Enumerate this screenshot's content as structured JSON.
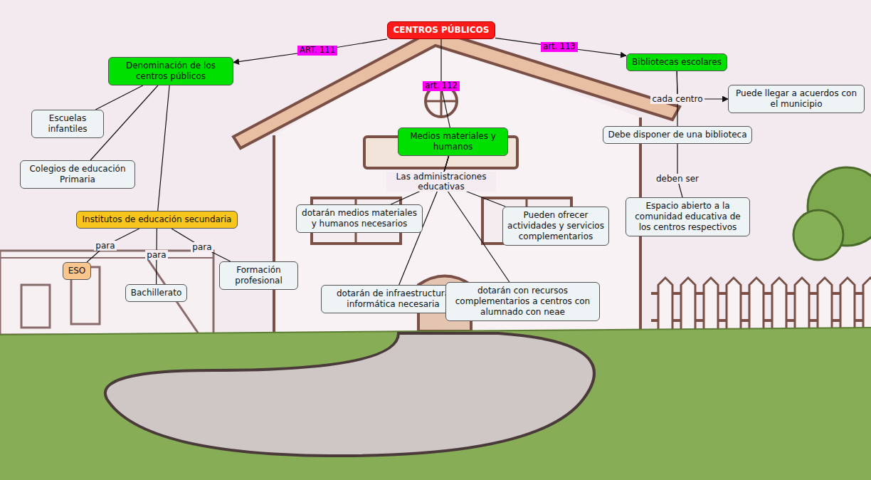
{
  "diagram": {
    "nodes": [
      {
        "text": [
          "CENTROS PÚBLICOS"
        ]
      },
      {
        "text": [
          "Denominación de los centros públicos"
        ]
      },
      {
        "text": [
          "Bibliotecas escolares"
        ]
      },
      {
        "text": [
          "Escuelas infantiles"
        ]
      },
      {
        "text": [
          "Colegios de educación Primaria"
        ]
      },
      {
        "text": [
          "Institutos de educación secundaria"
        ]
      },
      {
        "text": [
          "ESO"
        ]
      },
      {
        "text": [
          "Bachillerato"
        ]
      },
      {
        "text": [
          "Formación profesional"
        ]
      },
      {
        "text": [
          "Medios materiales y humanos"
        ]
      },
      {
        "text": [
          "Puede llegar a acuerdos con el municipio"
        ]
      },
      {
        "text": [
          "Debe disponer de una biblioteca"
        ]
      },
      {
        "text": [
          "Espacio abierto a la comunidad educativa de los centros respectivos"
        ]
      },
      {
        "text": [
          "dotarán medios materiales y humanos necesarios"
        ]
      },
      {
        "text": [
          "Pueden ofrecer actividades y servicios complementarios"
        ]
      },
      {
        "text": [
          "dotarán de infraestructura informática necesaria"
        ]
      },
      {
        "text": [
          "dotarán con recursos complementarios a centros con alumnado con neae"
        ]
      }
    ],
    "edges": [
      {
        "from": 0,
        "to": 1,
        "label": "ART. 111",
        "arrow": "to"
      },
      {
        "from": 0,
        "to": 9,
        "label": "art. 112",
        "arrow": "none"
      },
      {
        "from": 0,
        "to": 2,
        "label": "art. 113",
        "arrow": "to"
      },
      {
        "from": 1,
        "to": 3,
        "arrow": "none"
      },
      {
        "from": 1,
        "to": 4,
        "arrow": "none"
      },
      {
        "from": 1,
        "to": 5,
        "arrow": "none"
      },
      {
        "from": 5,
        "to": 6,
        "label": "para",
        "arrow": "none"
      },
      {
        "from": 5,
        "to": 7,
        "label": "para",
        "arrow": "none"
      },
      {
        "from": 5,
        "to": 8,
        "label": "para",
        "arrow": "none"
      },
      {
        "from": 2,
        "to": 11,
        "label": "cada centro",
        "arrow": "none"
      },
      {
        "from": 2,
        "to": 10,
        "arrow": "to"
      },
      {
        "from": 11,
        "to": 12,
        "label": "deben ser",
        "arrow": "none"
      },
      {
        "from": 9,
        "to": 13,
        "label": "Las administraciones educativas",
        "arrow": "none"
      },
      {
        "from": 9,
        "to": 14,
        "arrow": "none"
      },
      {
        "from": 9,
        "to": 15,
        "arrow": "none"
      },
      {
        "from": 9,
        "to": 16,
        "arrow": "none"
      }
    ]
  }
}
